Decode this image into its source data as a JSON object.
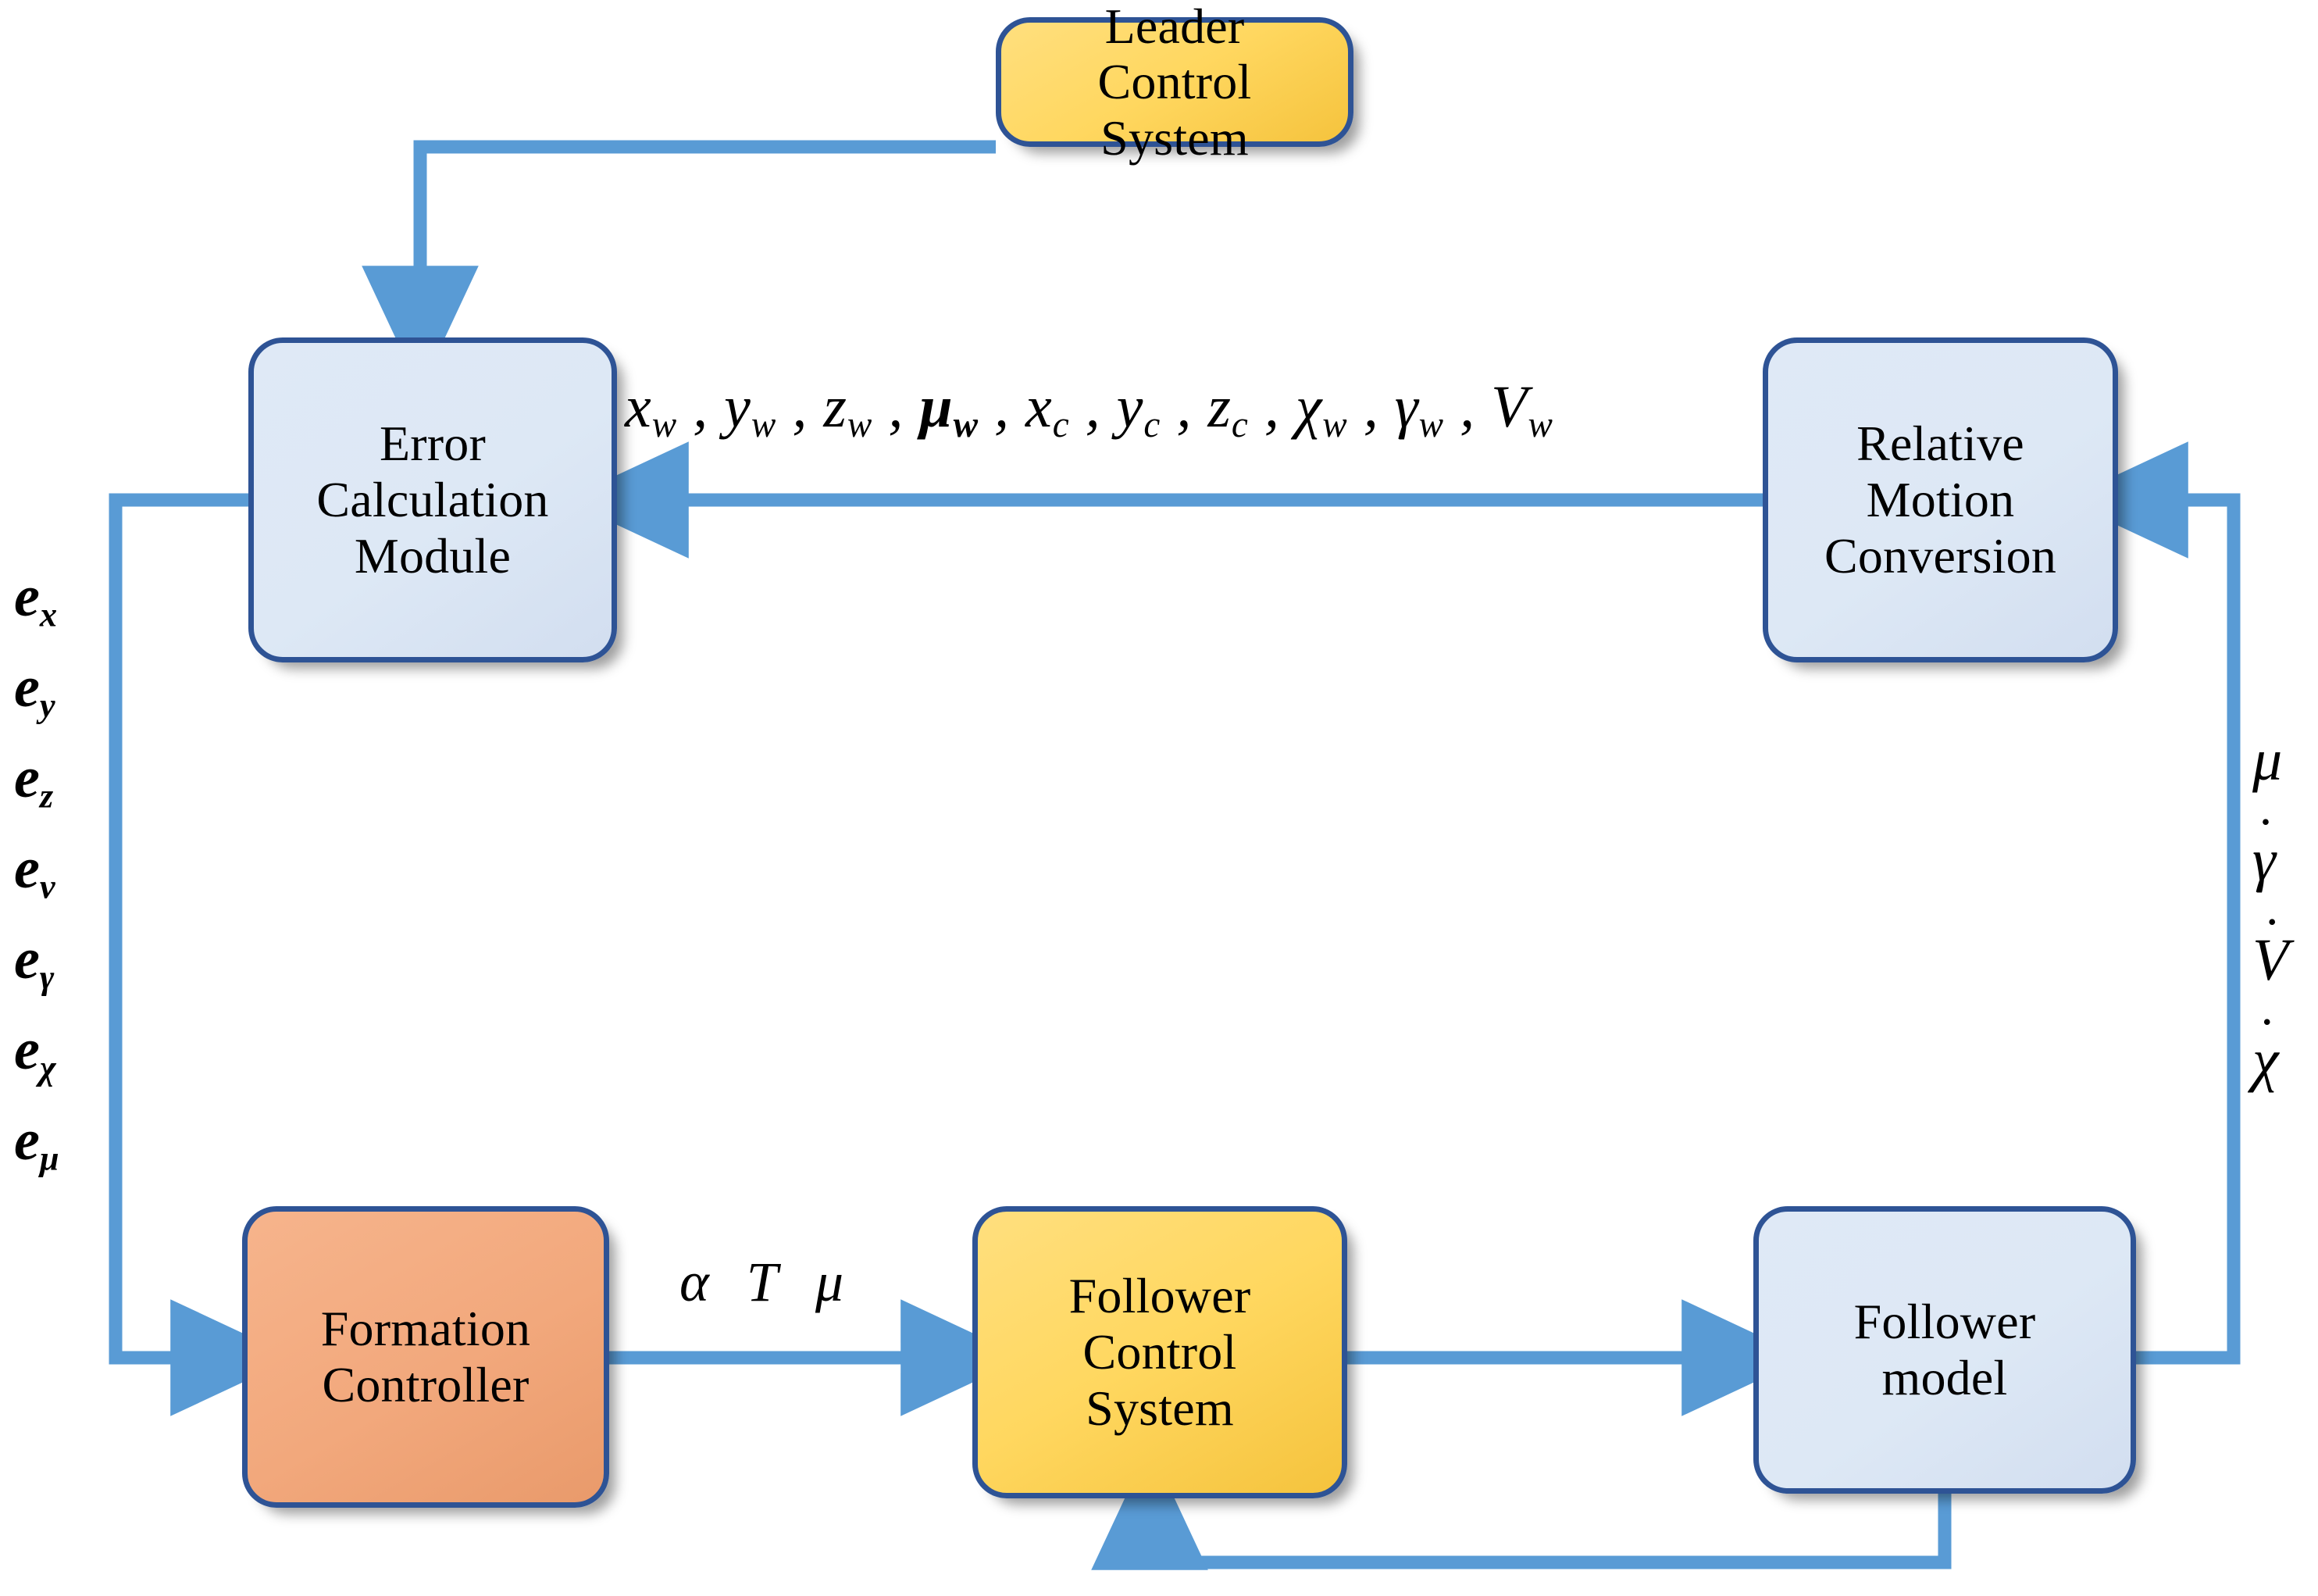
{
  "diagram": {
    "title": "Leader-Follower Formation Control Block Diagram",
    "colors": {
      "arrow": "#599BD5",
      "box_border": "#2E5395",
      "blue_fill": "#DDE8F5",
      "yellow_fill": "#FFD964",
      "orange_fill": "#F2A87C",
      "background": "#FFFFFF",
      "text": "#000000"
    },
    "nodes": [
      {
        "id": "leader-control-system",
        "label": "Leader\nControl\nSystem",
        "fill": "yellow"
      },
      {
        "id": "error-calculation-module",
        "label": "Error\nCalculation\nModule",
        "fill": "blue"
      },
      {
        "id": "relative-motion-conversion",
        "label": "Relative\nMotion\nConversion",
        "fill": "blue"
      },
      {
        "id": "formation-controller",
        "label": "Formation\nController",
        "fill": "orange"
      },
      {
        "id": "follower-control-system",
        "label": "Follower\nControl\nSystem",
        "fill": "yellow"
      },
      {
        "id": "follower-model",
        "label": "Follower\nmodel",
        "fill": "blue"
      }
    ],
    "signal_vector": {
      "id": "state-signal-vector",
      "plain": "x_w , y_w , z_w , μ_w , x_c , y_c , z_c , χ_w , γ_w , V_w",
      "terms": [
        {
          "base": "x",
          "sub": "w",
          "bold": false
        },
        {
          "base": "y",
          "sub": "w",
          "bold": false
        },
        {
          "base": "z",
          "sub": "w",
          "bold": false
        },
        {
          "base": "μ",
          "sub": "w",
          "bold": true
        },
        {
          "base": "x",
          "sub": "c",
          "bold": false
        },
        {
          "base": "y",
          "sub": "c",
          "bold": false
        },
        {
          "base": "z",
          "sub": "c",
          "bold": false
        },
        {
          "base": "χ",
          "sub": "w",
          "bold": false
        },
        {
          "base": "γ",
          "sub": "w",
          "bold": false
        },
        {
          "base": "V",
          "sub": "w",
          "bold": false
        }
      ]
    },
    "error_variables": {
      "id": "error-signal-column",
      "plain": "e_x e_y e_z e_v e_γ e_χ e_μ",
      "items": [
        {
          "base": "e",
          "sub": "x"
        },
        {
          "base": "e",
          "sub": "y"
        },
        {
          "base": "e",
          "sub": "z"
        },
        {
          "base": "e",
          "sub": "v"
        },
        {
          "base": "e",
          "sub": "γ"
        },
        {
          "base": "e",
          "sub": "χ"
        },
        {
          "base": "e",
          "sub": "μ"
        }
      ]
    },
    "rate_variables": {
      "id": "follower-state-rate-column",
      "plain": "μ γ̇ V̇ χ̇",
      "items": [
        {
          "base": "μ",
          "dot": false
        },
        {
          "base": "γ",
          "dot": true
        },
        {
          "base": "V",
          "dot": true
        },
        {
          "base": "χ",
          "dot": true
        }
      ]
    },
    "control_inputs": {
      "id": "control-input-label",
      "plain": "α  T  μ",
      "items": [
        "α",
        "T",
        "μ"
      ]
    },
    "connections": [
      {
        "from": "leader-control-system",
        "to": "error-calculation-module",
        "label": ""
      },
      {
        "from": "relative-motion-conversion",
        "to": "error-calculation-module",
        "label": "x_w , y_w , z_w , μ_w , x_c , y_c , z_c , χ_w , γ_w , V_w"
      },
      {
        "from": "error-calculation-module",
        "to": "formation-controller",
        "label": "e_x e_y e_z e_v e_γ e_χ e_μ"
      },
      {
        "from": "formation-controller",
        "to": "follower-control-system",
        "label": "α  T  μ"
      },
      {
        "from": "follower-control-system",
        "to": "follower-model",
        "label": ""
      },
      {
        "from": "follower-model",
        "to": "relative-motion-conversion",
        "label": "μ γ̇ V̇ χ̇"
      },
      {
        "from": "follower-model",
        "to": "follower-control-system",
        "label": ""
      }
    ]
  }
}
